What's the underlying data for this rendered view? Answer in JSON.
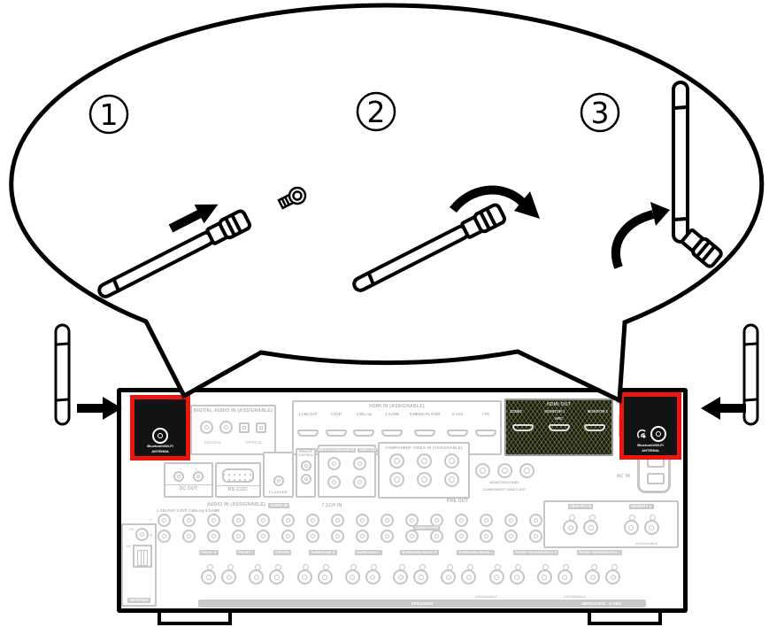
{
  "callout": {
    "step1": "1",
    "step2": "2",
    "step3": "3"
  },
  "receiver": {
    "wifi_port_left": {
      "line1": "Bluetooth/Wi-Fi",
      "line2": "ANTENNA"
    },
    "wifi_port_right": {
      "line1": "Bluetooth/Wi-Fi",
      "line2": "ANTENNA"
    },
    "digital_audio": {
      "header": "DIGITAL AUDIO IN (ASSIGNABLE)",
      "coaxial": "COAXIAL",
      "optical": "OPTICAL"
    },
    "hdmi_in": {
      "header": "HDMI IN (ASSIGNABLE)",
      "ports": [
        "1 CBL/SAT",
        "2 DVD",
        "3 Blu-ray",
        "4 GAME",
        "5 MEDIA PLAYER",
        "6 AUX",
        "7 PC"
      ]
    },
    "hdmi_out": {
      "header": "HDMI OUT",
      "zone2": "ZONE2",
      "monitor1": "MONITOR 1",
      "arc": "ARC",
      "monitor2": "MONITOR 2"
    },
    "network": "NETWORK",
    "dc_out": {
      "label": "DC OUT",
      "jack1": "1",
      "jack2": "2"
    },
    "rs232c": "RS-232C",
    "flasher": "FLASHER",
    "remote": "REMOTE CONTROL",
    "video": {
      "in": "VIDEO IN (ASSIGNABLE)",
      "out": "VIDEO OUT"
    },
    "component_in": "COMPONENT VIDEO IN (ASSIGNABLE)",
    "component_out_1": "MONITOR/ZONE2",
    "component_out_2": "COMPONENT VIDEO OUT",
    "ac_in": "AC IN",
    "audio_in": {
      "header": "AUDIO IN (ASSIGNABLE)",
      "sources": "1 CBL/SAT  2 DVD  3 Blu-ray  4 GAME",
      "chip": "AUDIO IN",
      "l": "L",
      "r": "R"
    },
    "ch71": "7.1CH IN",
    "pre_out": {
      "header": "PRE OUT",
      "subwoofer": "SUBWOOFER"
    },
    "height1": {
      "r": "HEIGHT1 R",
      "l": "HEIGHT1 L",
      "assignable": "ASSIGNABLE"
    },
    "antenna_block": {
      "label": "ANTENNA",
      "fm": "FM",
      "am": "AM"
    },
    "speakers": {
      "labels": [
        "FRONT R",
        "FRONT L",
        "CENTER",
        "SURROUND R",
        "SURROUND L",
        "SURROUND BACK R",
        "SURROUND BACK L",
        "FRONT WIDE/HEIGHT2 R",
        "FRONT WIDE/HEIGHT2 L"
      ],
      "assignable1": "ASSIGNABLE",
      "assignable2": "ASSIGNABLE",
      "bar": "SPEAKERS",
      "impedance": "IMPEDANCE : 4~16Ω"
    }
  },
  "colors": {
    "highlight_red": "#e9170f",
    "panel_gray": "#c6c6c6",
    "hdmi_out_bg": "#191919"
  }
}
